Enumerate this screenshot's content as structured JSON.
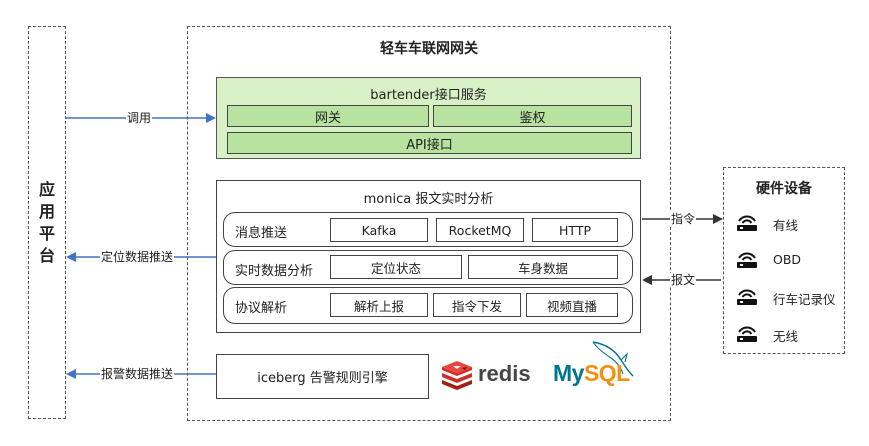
{
  "app_platform": {
    "label_chars": [
      "应",
      "用",
      "平",
      "台"
    ]
  },
  "gateway": {
    "title": "轻车车联网网关",
    "bartender": {
      "title": "bartender接口服务",
      "gateway_chip": "网关",
      "auth_chip": "鉴权",
      "api_chip": "API接口"
    },
    "monica": {
      "title": "monica 报文实时分析",
      "rows": [
        {
          "label": "消息推送",
          "chips": [
            "Kafka",
            "RocketMQ",
            "HTTP"
          ]
        },
        {
          "label": "实时数据分析",
          "chips": [
            "定位状态",
            "车身数据"
          ]
        },
        {
          "label": "协议解析",
          "chips": [
            "解析上报",
            "指令下发",
            "视频直播"
          ]
        }
      ]
    },
    "iceberg": {
      "title": "iceberg 告警规则引擎"
    },
    "logos": {
      "redis": "redis",
      "mysql_my": "My",
      "mysql_sql": "SQL"
    }
  },
  "hardware": {
    "title": "硬件设备",
    "items": [
      {
        "label": "有线",
        "icon": "router-icon"
      },
      {
        "label": "OBD",
        "icon": "router-icon"
      },
      {
        "label": "行车记录仪",
        "icon": "router-icon"
      },
      {
        "label": "无线",
        "icon": "router-icon"
      }
    ]
  },
  "edges": {
    "call": "调用",
    "location_push": "定位数据推送",
    "alarm_push": "报警数据推送",
    "command": "指令",
    "message": "报文"
  },
  "colors": {
    "arrow_blue": "#4472c4",
    "green_outer": "#d8f0c6",
    "green_inner": "#b8e2a0",
    "redis_red": "#c9302c",
    "mysql_blue": "#00758f",
    "mysql_orange": "#f29111"
  }
}
